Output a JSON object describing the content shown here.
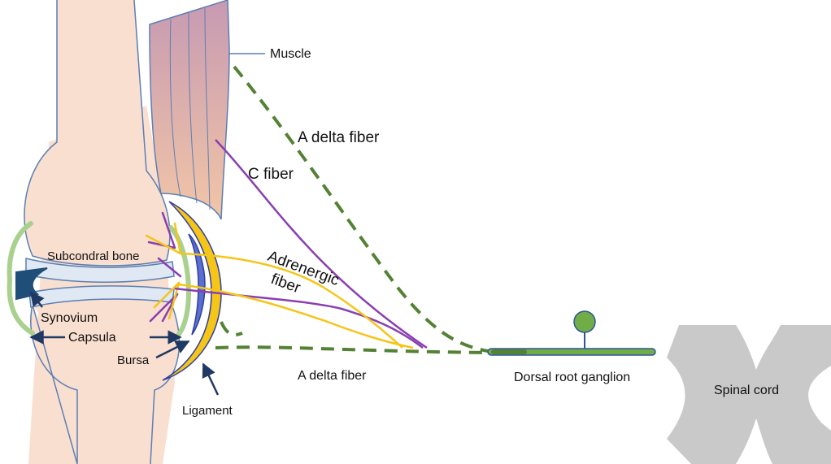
{
  "labels": {
    "muscle": "Muscle",
    "a_delta_fiber_top": "A delta fiber",
    "c_fiber": "C fiber",
    "adrenergic_line1": "Adrenergic",
    "adrenergic_line2": "fiber",
    "subchondral_bone": "Subcondral bone",
    "synovium": "Synovium",
    "capsula": "Capsula",
    "bursa": "Bursa",
    "ligament": "Ligament",
    "a_delta_fiber_bottom": "A delta fiber",
    "dorsal_root_ganglion": "Dorsal root ganglion",
    "spinal_cord": "Spinal cord"
  },
  "colors": {
    "bone_outline": "#5b7fb5",
    "joint_fill": "#f9dfcf",
    "cartilage": "#dfe8f3",
    "muscle_top": "#c79ab2",
    "muscle_bottom": "#f2c6a6",
    "synovium": "#a9d08e",
    "capsula_dark": "#1f4e79",
    "bursa": "#5b6fd1",
    "ligament": "#f5c518",
    "c_fiber": "#8a3fb0",
    "adrenergic_fiber": "#f5c518",
    "a_delta_fiber": "#548235",
    "ganglion": "#70ad47",
    "spinal_cord": "#c9c9c9",
    "arrow": "#1f3864"
  }
}
